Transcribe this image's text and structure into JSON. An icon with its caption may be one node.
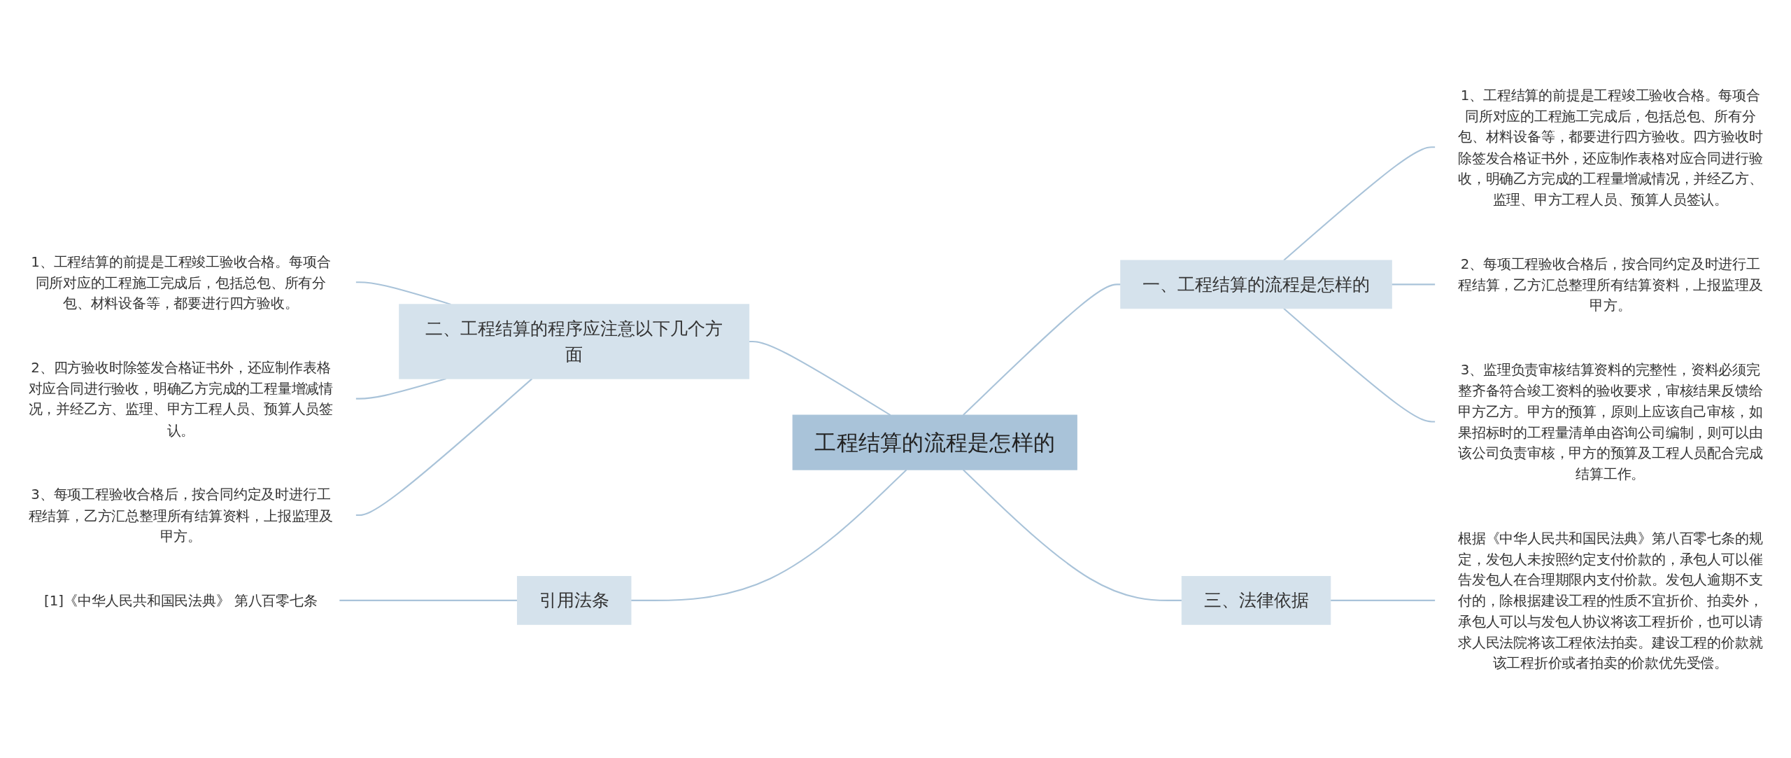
{
  "diagram": {
    "nodes": [
      {
        "text": [
          "工程结算的流程是怎样的"
        ]
      },
      {
        "text": [
          "一、工程结算的流程是怎样的"
        ]
      },
      {
        "text": [
          "1、工程结算的前提是工程竣工验收合格。每项合同所对应的工程施工完成后，包括总包、所有分包、材料设备等，都要进行四方验收。四方验收时除签发合格证书外，还应制作表格对应合同进行验收，明确乙方完成的工程量增减情况，并经乙方、监理、甲方工程人员、预算人员签认。"
        ]
      },
      {
        "text": [
          "2、每项工程验收合格后，按合同约定及时进行工程结算，乙方汇总整理所有结算资料，上报监理及甲方。"
        ]
      },
      {
        "text": [
          "3、监理负责审核结算资料的完整性，资料必须完整齐备符合竣工资料的验收要求，审核结果反馈给甲方乙方。甲方的预算，原则上应该自己审核，如果招标时的工程量清单由咨询公司编制，则可以由该公司负责审核，甲方的预算及工程人员配合完成结算工作。"
        ]
      },
      {
        "text": [
          "三、法律依据"
        ]
      },
      {
        "text": [
          "根据《中华人民共和国民法典》第八百零七条的规定，发包人未按照约定支付价款的，承包人可以催告发包人在合理期限内支付价款。发包人逾期不支付的，除根据建设工程的性质不宜折价、拍卖外，承包人可以与发包人协议将该工程折价，也可以请求人民法院将该工程依法拍卖。建设工程的价款就该工程折价或者拍卖的价款优先受偿。"
        ]
      },
      {
        "text": [
          "二、工程结算的程序应注意以下几个方面"
        ]
      },
      {
        "text": [
          "1、工程结算的前提是工程竣工验收合格。每项合同所对应的工程施工完成后，包括总包、所有分包、材料设备等，都要进行四方验收。"
        ]
      },
      {
        "text": [
          "2、四方验收时除签发合格证书外，还应制作表格对应合同进行验收，明确乙方完成的工程量增减情况，并经乙方、监理、甲方工程人员、预算人员签认。"
        ]
      },
      {
        "text": [
          "3、每项工程验收合格后，按合同约定及时进行工程结算，乙方汇总整理所有结算资料，上报监理及甲方。"
        ]
      },
      {
        "text": [
          "引用法条"
        ]
      },
      {
        "text": [
          "[1]《中华人民共和国民法典》 第八百零七条"
        ]
      }
    ],
    "edges": [
      {
        "from": 8,
        "to": 7,
        "arrow": "none"
      },
      {
        "from": 9,
        "to": 7,
        "arrow": "none"
      },
      {
        "from": 10,
        "to": 7,
        "arrow": "none"
      },
      {
        "from": 7,
        "to": 0,
        "arrow": "none"
      },
      {
        "from": 12,
        "to": 11,
        "arrow": "none"
      },
      {
        "from": 11,
        "to": 0,
        "arrow": "none"
      },
      {
        "from": 0,
        "to": 1,
        "arrow": "none"
      },
      {
        "from": 1,
        "to": 2,
        "arrow": "none"
      },
      {
        "from": 1,
        "to": 3,
        "arrow": "none"
      },
      {
        "from": 1,
        "to": 4,
        "arrow": "none"
      },
      {
        "from": 0,
        "to": 5,
        "arrow": "none"
      },
      {
        "from": 5,
        "to": 6,
        "arrow": "none"
      }
    ]
  }
}
